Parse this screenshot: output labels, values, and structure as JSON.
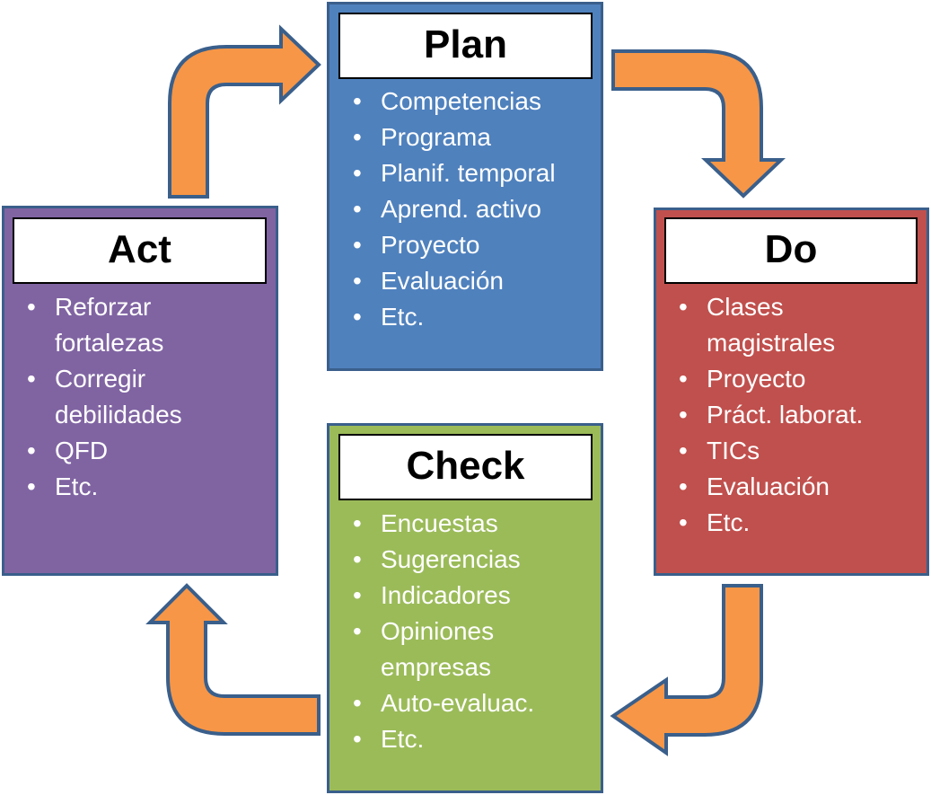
{
  "colors": {
    "plan": "#4F81BD",
    "do": "#C0504D",
    "check": "#9BBB59",
    "act": "#8064A2",
    "arrow": "#F79646",
    "outline": "#3A5F8B"
  },
  "plan": {
    "title": "Plan",
    "items": [
      "Competencias",
      "Programa",
      "Planif. temporal",
      "Aprend. activo",
      "Proyecto",
      "Evaluación",
      "Etc."
    ]
  },
  "do": {
    "title": "Do",
    "items": [
      "Clases magistrales",
      "Proyecto",
      "Práct. laborat.",
      "TICs",
      "Evaluación",
      "Etc."
    ]
  },
  "check": {
    "title": "Check",
    "items": [
      "Encuestas",
      "Sugerencias",
      "Indicadores",
      "Opiniones empresas",
      "Auto-evaluac.",
      "Etc."
    ]
  },
  "act": {
    "title": "Act",
    "items": [
      "Reforzar fortalezas",
      "Corregir debilidades",
      "QFD",
      "Etc."
    ]
  }
}
